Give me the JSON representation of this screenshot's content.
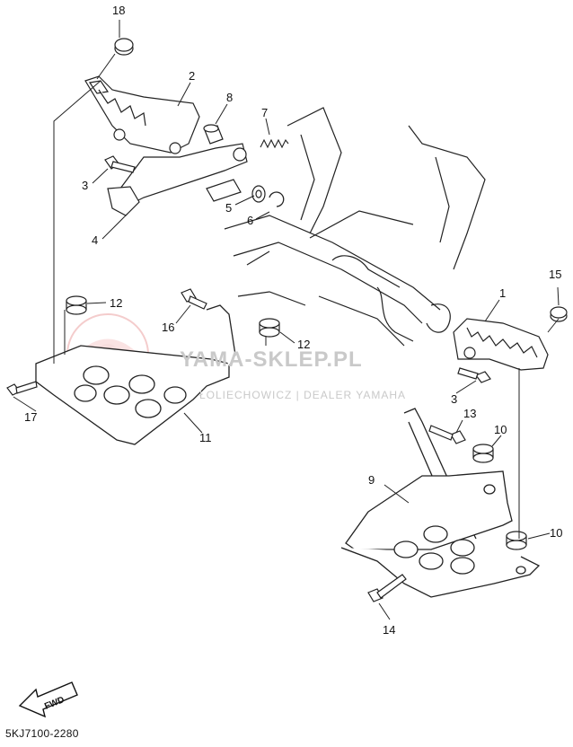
{
  "diagram": {
    "document_code": "5KJ7100-2280",
    "fwd_label": "FWD",
    "watermark": {
      "main": "YAMA-SKLEP.PL",
      "sub": "ŁOLIECHOWICZ | DEALER YAMAHA"
    },
    "callouts": [
      {
        "id": "c18",
        "label": "18"
      },
      {
        "id": "c2",
        "label": "2"
      },
      {
        "id": "c8",
        "label": "8"
      },
      {
        "id": "c7",
        "label": "7"
      },
      {
        "id": "c3a",
        "label": "3"
      },
      {
        "id": "c5",
        "label": "5"
      },
      {
        "id": "c6",
        "label": "6"
      },
      {
        "id": "c4",
        "label": "4"
      },
      {
        "id": "c12a",
        "label": "12"
      },
      {
        "id": "c16",
        "label": "16"
      },
      {
        "id": "c12b",
        "label": "12"
      },
      {
        "id": "c1",
        "label": "1"
      },
      {
        "id": "c15",
        "label": "15"
      },
      {
        "id": "c3b",
        "label": "3"
      },
      {
        "id": "c17",
        "label": "17"
      },
      {
        "id": "c11",
        "label": "11"
      },
      {
        "id": "c13",
        "label": "13"
      },
      {
        "id": "c10a",
        "label": "10"
      },
      {
        "id": "c9",
        "label": "9"
      },
      {
        "id": "c10b",
        "label": "10"
      },
      {
        "id": "c14",
        "label": "14"
      }
    ]
  }
}
